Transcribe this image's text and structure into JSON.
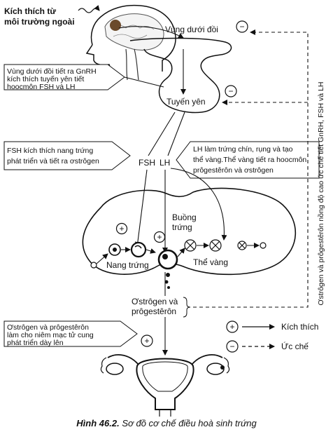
{
  "labels": {
    "stimulus_line1": "Kích thích từ",
    "stimulus_line2": "môi trường ngoài",
    "hypothalamus": "Vùng dưới đồi",
    "pituitary": "Tuyến yên",
    "fsh": "FSH",
    "lh": "LH",
    "ovary_line1": "Buồng",
    "ovary_line2": "trứng",
    "follicle": "Nang trứng",
    "corpus_luteum": "Thể vàng",
    "hormones_line1": "Ơstrôgen và",
    "hormones_line2": "prôgestêrôn"
  },
  "notes": {
    "gnrh": [
      "Vùng dưới đồi tiết ra GnRH",
      "kích thích tuyến yên tiết",
      "hoocmôn FSH và LH"
    ],
    "fsh": [
      "FSH kích thích nang trứng",
      "phát triển và tiết ra ơstrôgen"
    ],
    "lh": [
      "LH làm trứng chín, rụng và tạo",
      "thể vàng.Thể vàng tiết ra hoocmôn",
      "prôgestêrôn và ơstrôgen"
    ],
    "uterus": [
      "Ơstrôgen và prôgestêrôn",
      "làm cho niêm mạc tử cung",
      "phát triển dày lên"
    ]
  },
  "feedback_label": "Ơstrôgen và prôgestêrôn nồng độ cao ức chế tiết GnRH, FSH và LH",
  "legend": {
    "stimulate_symbol": "+",
    "stimulate": "Kích thích",
    "inhibit_symbol": "−",
    "inhibit": "Ức chế"
  },
  "caption": {
    "figure": "Hình 46.2.",
    "text": "Sơ đồ cơ chế điều hoà sinh trứng"
  }
}
